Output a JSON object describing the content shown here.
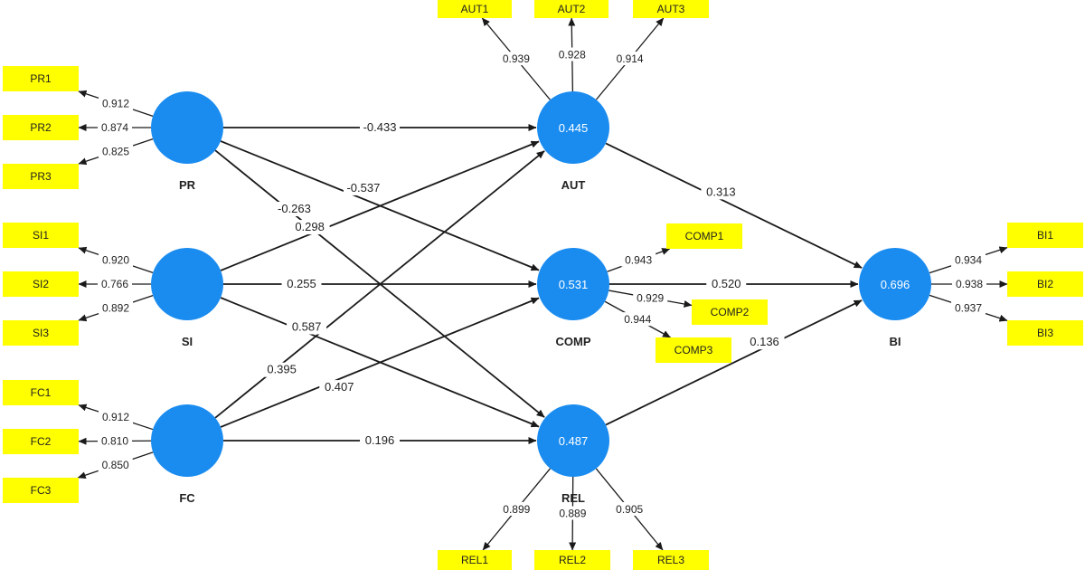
{
  "colors": {
    "construct_fill": "#1a8cf0",
    "indicator_fill": "#ffff00",
    "edge": "#1a1a1a",
    "r2_text": "#ffffff"
  },
  "constructs": [
    {
      "id": "PR",
      "label": "PR",
      "r2": ""
    },
    {
      "id": "SI",
      "label": "SI",
      "r2": ""
    },
    {
      "id": "FC",
      "label": "FC",
      "r2": ""
    },
    {
      "id": "AUT",
      "label": "AUT",
      "r2": "0.445"
    },
    {
      "id": "COMP",
      "label": "COMP",
      "r2": "0.531"
    },
    {
      "id": "REL",
      "label": "REL",
      "r2": "0.487"
    },
    {
      "id": "BI",
      "label": "BI",
      "r2": "0.696"
    }
  ],
  "indicators": [
    {
      "id": "PR1",
      "construct": "PR",
      "label": "PR1",
      "loading": "0.912"
    },
    {
      "id": "PR2",
      "construct": "PR",
      "label": "PR2",
      "loading": "0.874"
    },
    {
      "id": "PR3",
      "construct": "PR",
      "label": "PR3",
      "loading": "0.825"
    },
    {
      "id": "SI1",
      "construct": "SI",
      "label": "SI1",
      "loading": "0.920"
    },
    {
      "id": "SI2",
      "construct": "SI",
      "label": "SI2",
      "loading": "0.766"
    },
    {
      "id": "SI3",
      "construct": "SI",
      "label": "SI3",
      "loading": "0.892"
    },
    {
      "id": "FC1",
      "construct": "FC",
      "label": "FC1",
      "loading": "0.912"
    },
    {
      "id": "FC2",
      "construct": "FC",
      "label": "FC2",
      "loading": "0.810"
    },
    {
      "id": "FC3",
      "construct": "FC",
      "label": "FC3",
      "loading": "0.850"
    },
    {
      "id": "AUT1",
      "construct": "AUT",
      "label": "AUT1",
      "loading": "0.939"
    },
    {
      "id": "AUT2",
      "construct": "AUT",
      "label": "AUT2",
      "loading": "0.928"
    },
    {
      "id": "AUT3",
      "construct": "AUT",
      "label": "AUT3",
      "loading": "0.914"
    },
    {
      "id": "COMP1",
      "construct": "COMP",
      "label": "COMP1",
      "loading": "0.943"
    },
    {
      "id": "COMP2",
      "construct": "COMP",
      "label": "COMP2",
      "loading": "0.929"
    },
    {
      "id": "COMP3",
      "construct": "COMP",
      "label": "COMP3",
      "loading": "0.944"
    },
    {
      "id": "REL1",
      "construct": "REL",
      "label": "REL1",
      "loading": "0.899"
    },
    {
      "id": "REL2",
      "construct": "REL",
      "label": "REL2",
      "loading": "0.889"
    },
    {
      "id": "REL3",
      "construct": "REL",
      "label": "REL3",
      "loading": "0.905"
    },
    {
      "id": "BI1",
      "construct": "BI",
      "label": "BI1",
      "loading": "0.934"
    },
    {
      "id": "BI2",
      "construct": "BI",
      "label": "BI2",
      "loading": "0.938"
    },
    {
      "id": "BI3",
      "construct": "BI",
      "label": "BI3",
      "loading": "0.937"
    }
  ],
  "paths": [
    {
      "from": "PR",
      "to": "AUT",
      "coef": "-0.433"
    },
    {
      "from": "PR",
      "to": "COMP",
      "coef": "-0.537"
    },
    {
      "from": "PR",
      "to": "REL",
      "coef": "-0.263"
    },
    {
      "from": "SI",
      "to": "AUT",
      "coef": "0.298"
    },
    {
      "from": "SI",
      "to": "COMP",
      "coef": "0.255"
    },
    {
      "from": "SI",
      "to": "REL",
      "coef": "0.587"
    },
    {
      "from": "FC",
      "to": "AUT",
      "coef": "0.395"
    },
    {
      "from": "FC",
      "to": "COMP",
      "coef": "0.407"
    },
    {
      "from": "FC",
      "to": "REL",
      "coef": "0.196"
    },
    {
      "from": "AUT",
      "to": "BI",
      "coef": "0.313"
    },
    {
      "from": "COMP",
      "to": "BI",
      "coef": "0.520"
    },
    {
      "from": "REL",
      "to": "BI",
      "coef": "0.136"
    }
  ]
}
